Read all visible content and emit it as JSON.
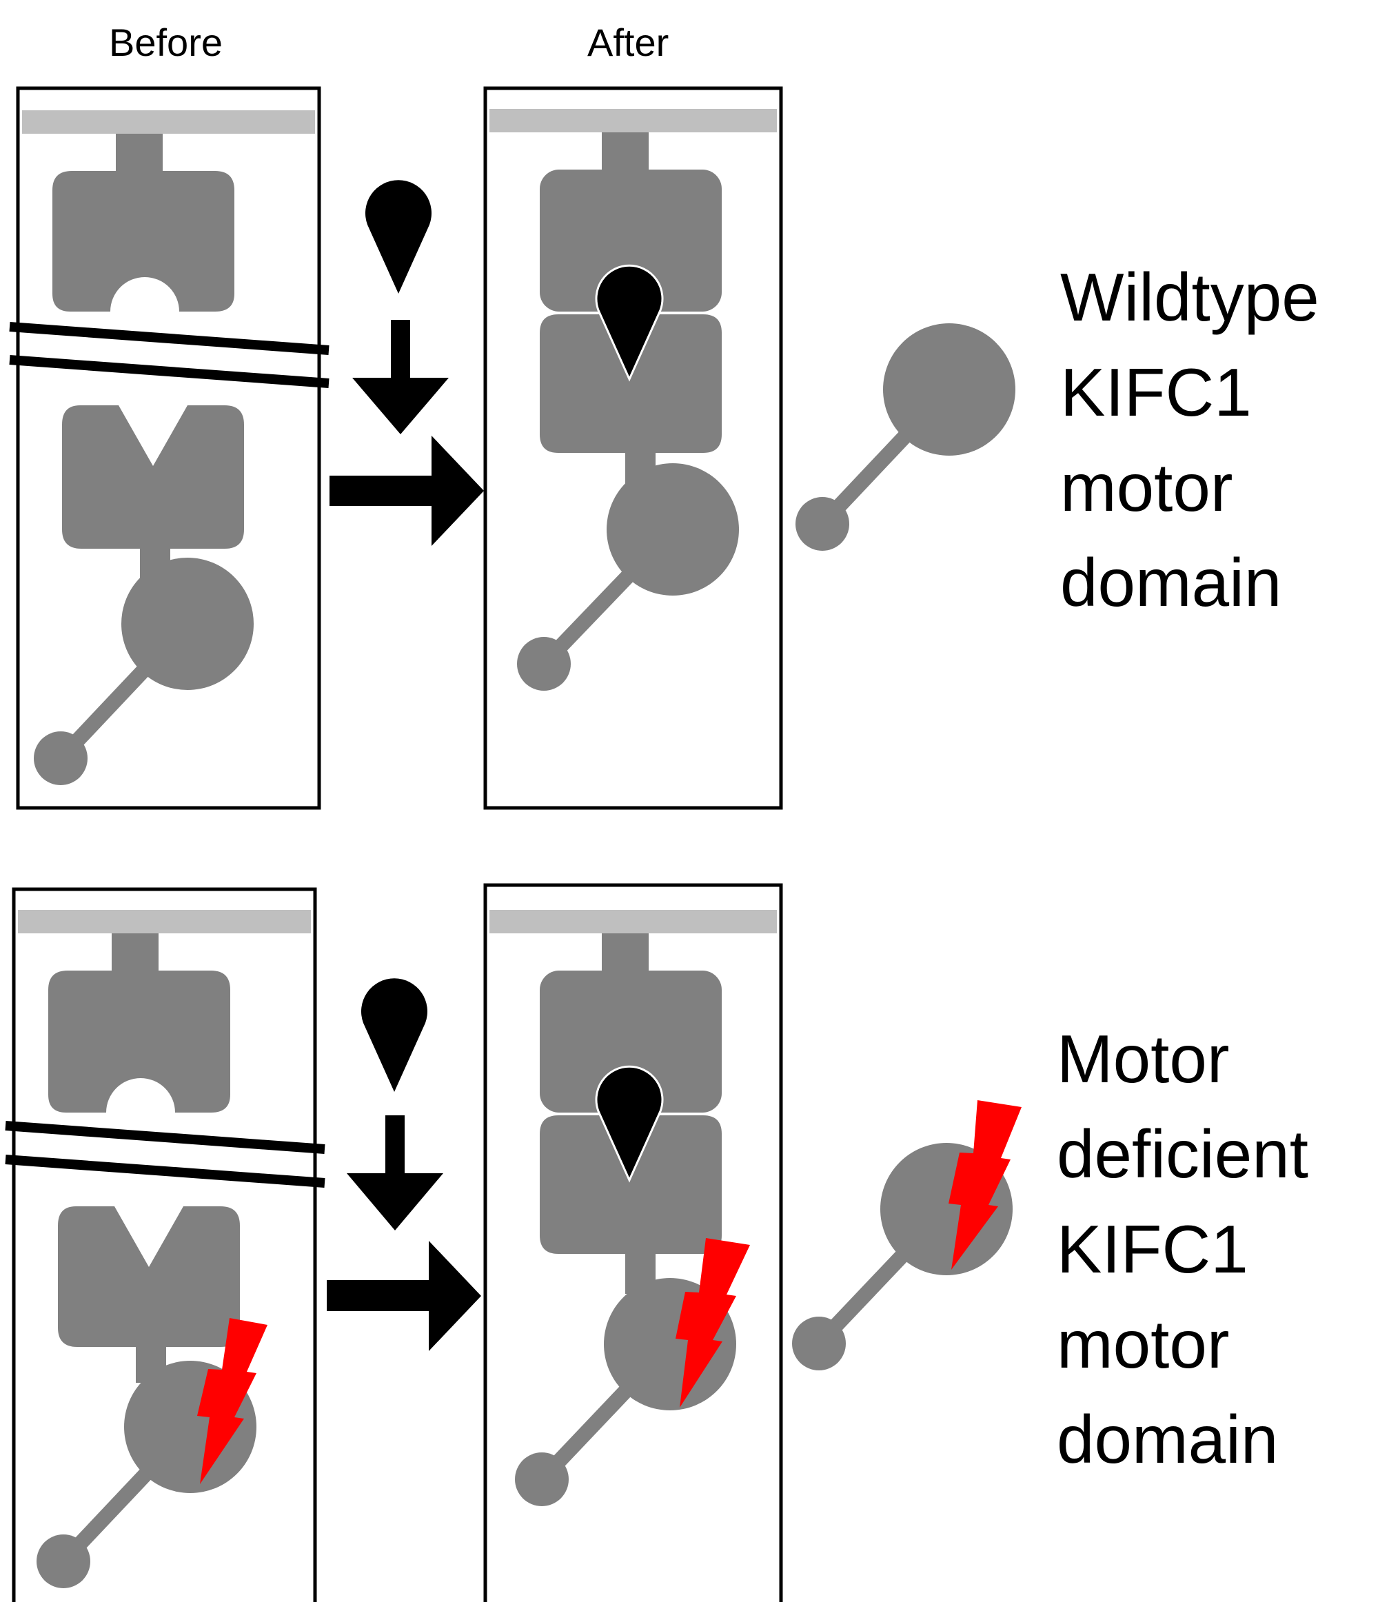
{
  "headers": {
    "before": "Before",
    "after": "After"
  },
  "rows": [
    {
      "id": "wildtype",
      "label_lines": [
        "Wildtype",
        "KIFC1",
        "motor",
        "domain"
      ],
      "motor_deficient": false
    },
    {
      "id": "motor_deficient",
      "label_lines": [
        "Motor",
        "deficient",
        "KIFC1",
        "motor",
        "domain"
      ],
      "motor_deficient": true
    }
  ],
  "colors": {
    "protein": "#808080",
    "surface": "#bfbfbf",
    "frame": "#000000",
    "ligand": "#000000",
    "lightning": "#ff0000"
  }
}
